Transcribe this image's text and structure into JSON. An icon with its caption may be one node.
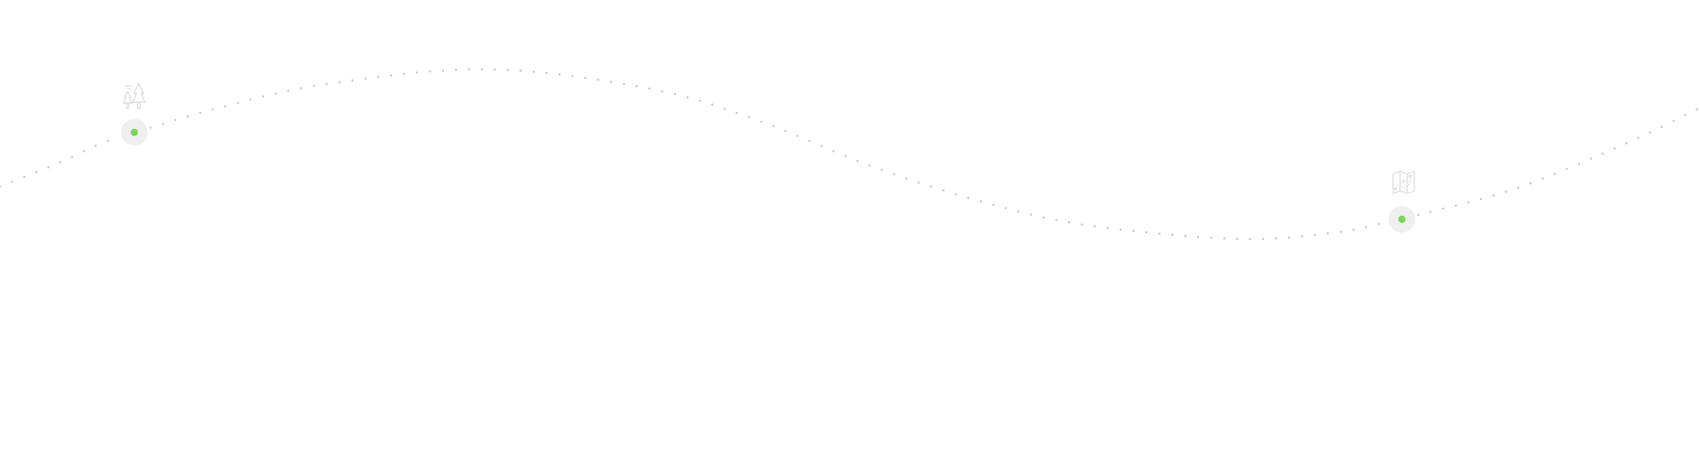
{
  "diagram": {
    "nodes": [
      {
        "text": [],
        "shape": "circle"
      },
      {
        "text": [],
        "shape": "circle"
      }
    ],
    "edges": [
      {
        "from": null,
        "to": 0,
        "arrow": "none",
        "style": "dashed"
      },
      {
        "from": 0,
        "to": 1,
        "arrow": "none",
        "style": "dashed"
      },
      {
        "from": 1,
        "to": null,
        "arrow": "none",
        "style": "dashed"
      }
    ]
  }
}
